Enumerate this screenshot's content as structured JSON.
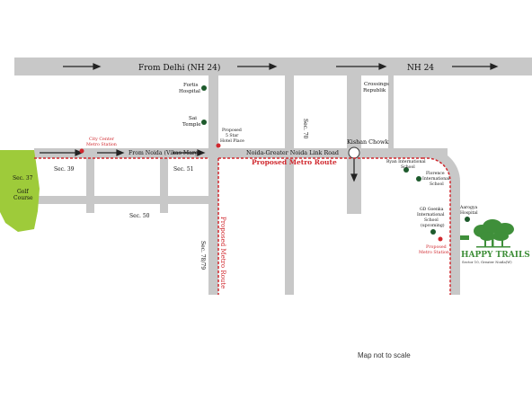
{
  "roads": {
    "nh24_left": "From Delhi (NH 24)",
    "nh24_right": "NH 24",
    "vikas_marg": "From Noida (Vikas Marg)",
    "link_road": "Noida-Greater Noida Link Road",
    "kishan_chowk": "Kishan Chowk"
  },
  "sectors": {
    "sec37": "Sec. 37",
    "sec39": "Sec. 39",
    "sec51": "Sec. 51",
    "sec50": "Sec. 50",
    "sec70": "Sec. 70",
    "sec7879": "Sec. 78/79"
  },
  "areas": {
    "golf_course": "Golf Course",
    "crossings_line1": "Crossings",
    "crossings_line2": "Republik"
  },
  "landmarks": {
    "fortis_line1": "Fortis",
    "fortis_line2": "Hospital",
    "sai_line1": "Sai",
    "sai_line2": "Temple",
    "hotel_line1": "Proposed",
    "hotel_line2": "5 Star",
    "hotel_line3": "Hotel Place",
    "ryan_line1": "Ryan International",
    "ryan_line2": "School",
    "florence_line1": "Florence",
    "florence_line2": "International",
    "florence_line3": "School",
    "gd_line1": "GD Goenka",
    "gd_line2": "International",
    "gd_line3": "School",
    "gd_line4": "(upcoming)",
    "aarogya_line1": "Aarogya",
    "aarogya_line2": "Hospital",
    "metro_proposed_line1": "Proposed",
    "metro_proposed_line2": "Metro Station",
    "city_center_line1": "City Center",
    "city_center_line2": "Metro Station"
  },
  "metro": {
    "route_label_horizontal": "Proposed Metro Route",
    "route_label_vertical": "Proposed Metro Route"
  },
  "brand": {
    "name": "HAPPY TRAILS",
    "tagline": "Sector 10, Greater Noida(W)"
  },
  "note": "Map not to scale",
  "colors": {
    "road": "#c8c8c8",
    "metro": "#d0282e",
    "landmark": "#1d5a2c",
    "golf": "#9ecb3a",
    "brand_green": "#3f8f3a"
  }
}
